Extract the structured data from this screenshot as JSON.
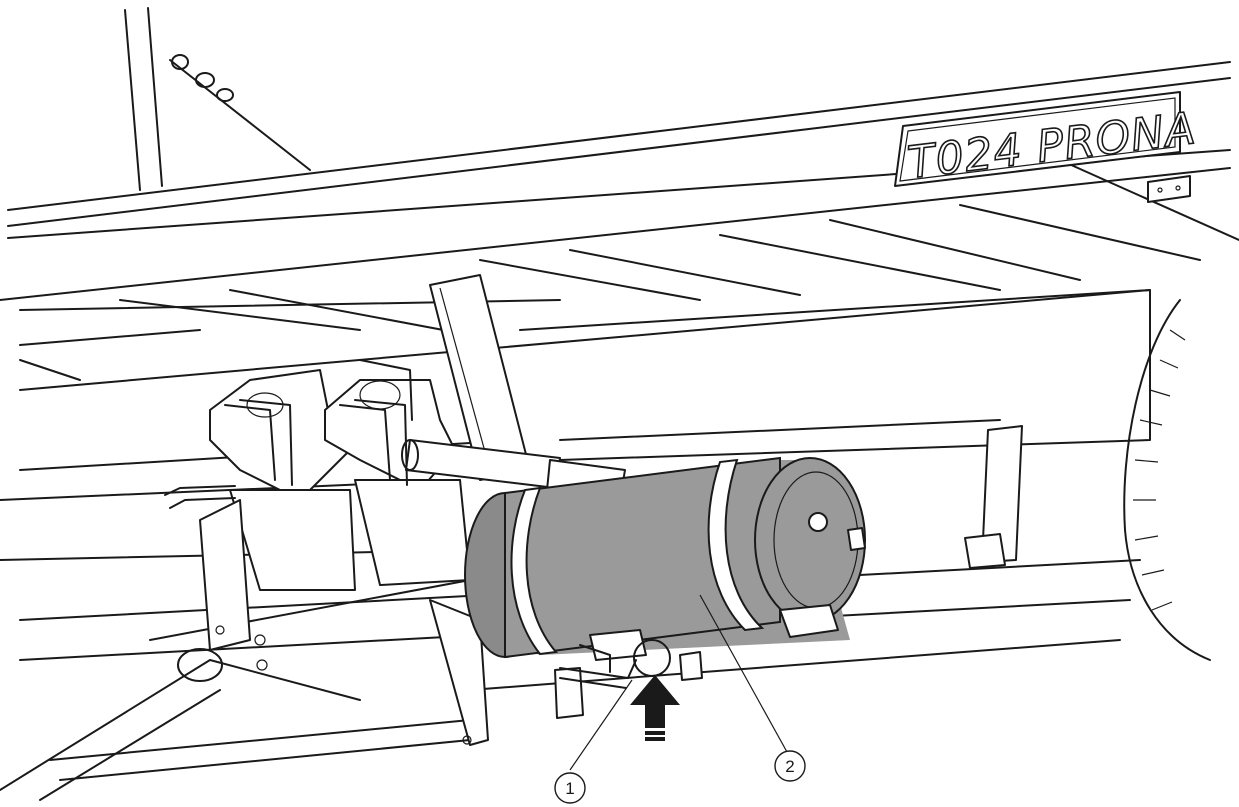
{
  "nameplate": {
    "text": "T024 PRONA"
  },
  "callouts": [
    {
      "id": "1",
      "label": "1"
    },
    {
      "id": "2",
      "label": "2"
    }
  ],
  "colors": {
    "line": "#1a1a1a",
    "tank_fill": "#9a9a9a",
    "tank_band": "#ffffff",
    "background": "#ffffff"
  },
  "icons": [
    "direction-arrow-icon"
  ]
}
